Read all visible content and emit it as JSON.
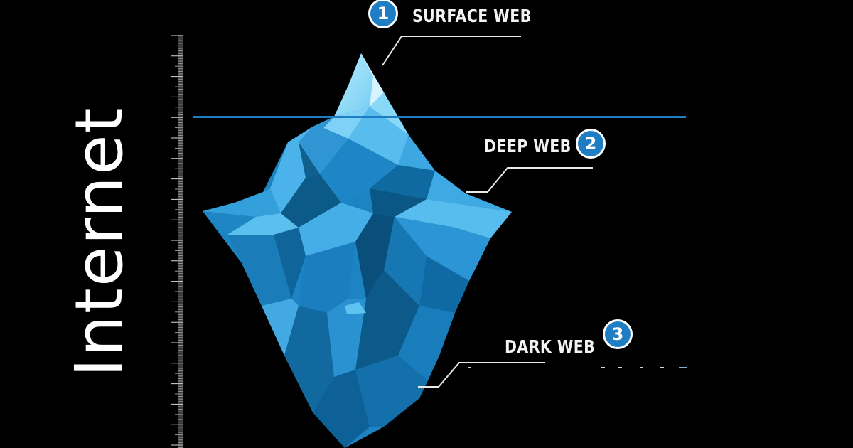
{
  "title": "Internet",
  "colors": {
    "background": "#000000",
    "waterline": "#1f7dc4",
    "badge_fill": "#1f7dc4",
    "badge_border": "#ffffff",
    "leader_line": "#e8e8e8",
    "ice_light": "#a8e6fb",
    "ice_mid": "#3fa9e3",
    "ice_dark": "#0c5f8e"
  },
  "layers": [
    {
      "number": "1",
      "label": "SURFACE WEB"
    },
    {
      "number": "2",
      "label": "DEEP WEB"
    },
    {
      "number": "3",
      "label": "DARK WEB"
    }
  ],
  "ruler": {
    "orientation": "vertical",
    "position": "left of iceberg"
  }
}
